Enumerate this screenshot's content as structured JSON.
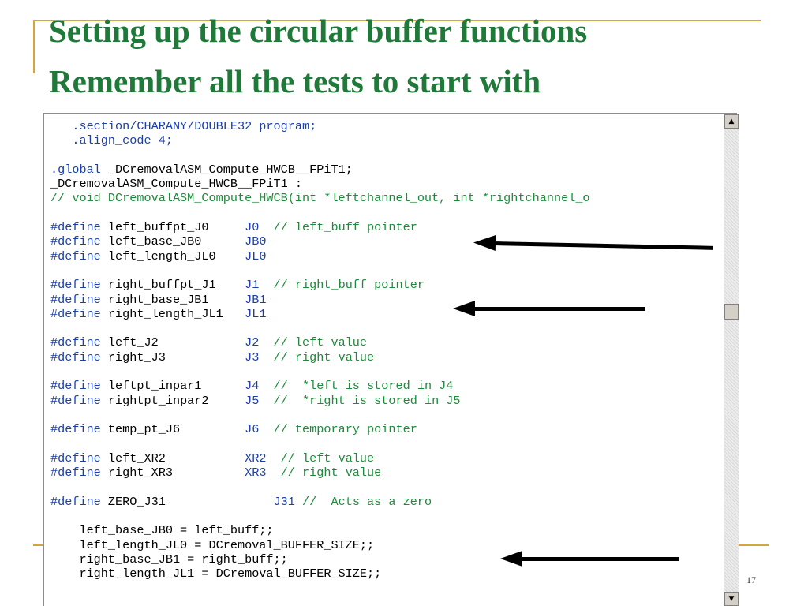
{
  "slide": {
    "title_line1": "Setting up the circular buffer functions",
    "title_line2": "Remember all the tests to start with",
    "page_number": "17"
  },
  "scrollbar": {
    "up_icon": "▲",
    "down_icon": "▼"
  },
  "code": {
    "l01a": "   .section/CHARANY/DOUBLE32 program;",
    "l02a": "   .align_code 4;",
    "l03k": ".global",
    "l03b": " _DCremovalASM_Compute_HWCB__FPiT1;",
    "l04a": "_DCremovalASM_Compute_HWCB__FPiT1 :",
    "l05c": "// void DCremovalASM_Compute_HWCB(int *leftchannel_out, int *rightchannel_o",
    "d01": " left_buffpt_J0     ",
    "r01": "J0",
    "c01": "  // left_buff pointer",
    "d02": " left_base_JB0      ",
    "r02": "JB0",
    "d03": " left_length_JL0    ",
    "r03": "JL0",
    "d04": " right_buffpt_J1    ",
    "r04": "J1",
    "c04": "  // right_buff pointer",
    "d05": " right_base_JB1     ",
    "r05": "JB1",
    "d06": " right_length_JL1   ",
    "r06": "JL1",
    "d07": " left_J2            ",
    "r07": "J2",
    "c07": "  // left value",
    "d08": " right_J3           ",
    "r08": "J3",
    "c08": "  // right value",
    "d09": " leftpt_inpar1      ",
    "r09": "J4",
    "c09": "  //  *left is stored in J4",
    "d10": " rightpt_inpar2     ",
    "r10": "J5",
    "c10": "  //  *right is stored in J5",
    "d11": " temp_pt_J6         ",
    "r11": "J6",
    "c11": "  // temporary pointer",
    "d12": " left_XR2           ",
    "r12": "XR2",
    "c12": "  // left value",
    "d13": " right_XR3          ",
    "r13": "XR3",
    "c13": "  // right value",
    "d14": " ZERO_J31               ",
    "r14": "J31",
    "c14": " //  Acts as a zero",
    "define_kw": "#define",
    "s01": "    left_base_JB0 = left_buff;;",
    "s02": "    left_length_JL0 = DCremoval_BUFFER_SIZE;;",
    "s03": "    right_base_JB1 = right_buff;;",
    "s04": "    right_length_JL1 = DCremoval_BUFFER_SIZE;;"
  }
}
